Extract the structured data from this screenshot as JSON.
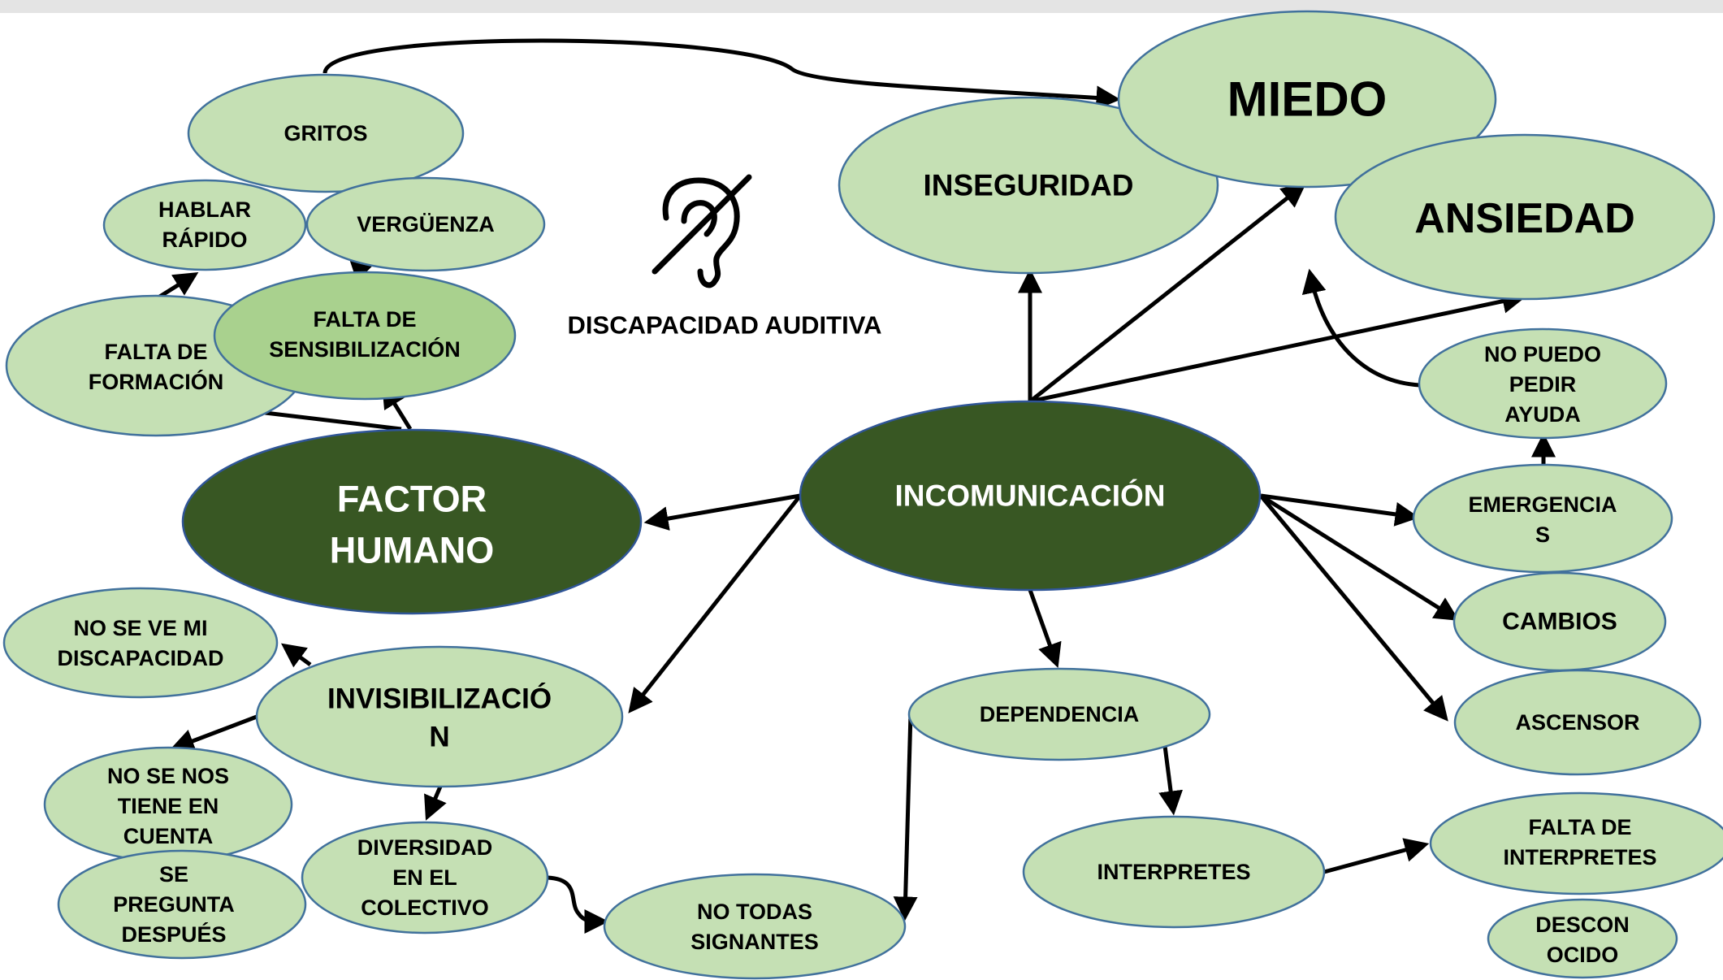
{
  "title": "DISCAPACIDAD AUDITIVA",
  "icon": "hearing-impaired-icon",
  "colors": {
    "light_node": "#c5e0b4",
    "mid_node": "#a9d18e",
    "dark_node": "#385723",
    "node_border": "#41719c",
    "arrow": "#000000"
  },
  "nodes": {
    "gritos": [
      "GRITOS"
    ],
    "hablar_rapido": [
      "HABLAR",
      "RÁPIDO"
    ],
    "verguenza": [
      "VERGÜENZA"
    ],
    "falta_formacion": [
      "FALTA DE",
      "FORMACIÓN"
    ],
    "falta_sensibilizacion": [
      "FALTA DE",
      "SENSIBILIZACIÓN"
    ],
    "factor_humano": [
      "FACTOR",
      "HUMANO"
    ],
    "incomunicacion": [
      "INCOMUNICACIÓN"
    ],
    "inseguridad": [
      "INSEGURIDAD"
    ],
    "miedo": [
      "MIEDO"
    ],
    "ansiedad": [
      "ANSIEDAD"
    ],
    "no_puedo_pedir_ayuda": [
      "NO PUEDO",
      "PEDIR",
      "AYUDA"
    ],
    "emergencias": [
      "EMERGENCIA",
      "S"
    ],
    "cambios": [
      "CAMBIOS"
    ],
    "ascensor": [
      "ASCENSOR"
    ],
    "no_se_ve": [
      "NO SE VE MI",
      "DISCAPACIDAD"
    ],
    "invisibilizacion": [
      "INVISIBILIZACIÓ",
      "N"
    ],
    "no_se_nos_tiene": [
      "NO SE NOS",
      "TIENE EN",
      "CUENTA"
    ],
    "se_pregunta": [
      "SE",
      "PREGUNTA",
      "DESPUÉS"
    ],
    "diversidad": [
      "DIVERSIDAD",
      "EN EL",
      "COLECTIVO"
    ],
    "no_todas_signantes": [
      "NO TODAS",
      "SIGNANTES"
    ],
    "dependencia": [
      "DEPENDENCIA"
    ],
    "interpretes": [
      "INTERPRETES"
    ],
    "falta_interpretes": [
      "FALTA DE",
      "INTERPRETES"
    ],
    "desconocido": [
      "DESCON",
      "OCIDO"
    ]
  }
}
